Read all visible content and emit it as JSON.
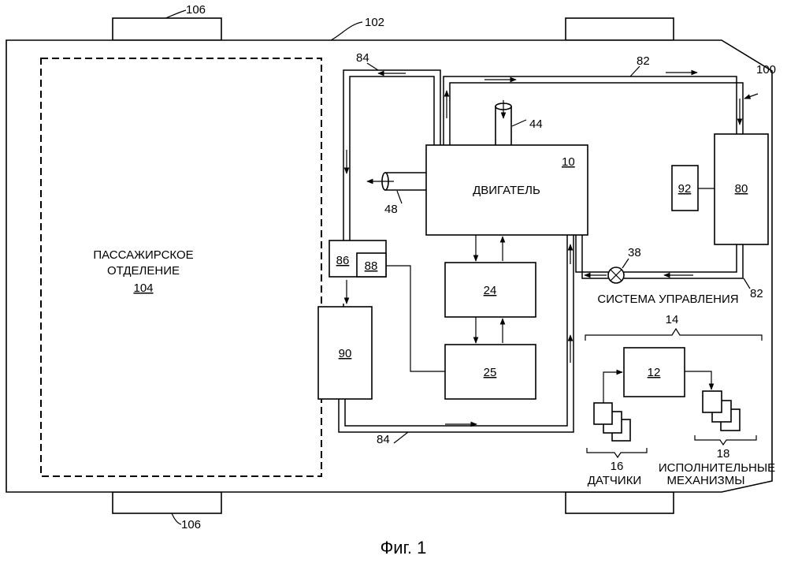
{
  "labels": {
    "vehicle": "102",
    "system": "100",
    "wheel_top": "106",
    "wheel_bottom": "106",
    "passenger_line1": "ПАССАЖИРСКОЕ",
    "passenger_line2": "ОТДЕЛЕНИЕ",
    "passenger_ref": "104",
    "engine": "ДВИГАТЕЛЬ",
    "engine_ref": "10",
    "intake_ref": "44",
    "exhaust_ref": "48",
    "b24": "24",
    "b25": "25",
    "b86": "86",
    "b88": "88",
    "b90": "90",
    "b80": "80",
    "b92": "92",
    "valve_ref": "38",
    "loop84_top": "84",
    "loop84_bottom": "84",
    "loop82_top": "82",
    "loop82_right": "82",
    "control_system": "СИСТЕМА УПРАВЛЕНИЯ",
    "control_ref": "14",
    "controller_ref": "12",
    "sensors_ref": "16",
    "sensors": "ДАТЧИКИ",
    "actuators_ref": "18",
    "actuators_line1": "ИСПОЛНИТЕЛЬНЫЕ",
    "actuators_line2": "МЕХАНИЗМЫ",
    "caption": "Фиг. 1"
  }
}
